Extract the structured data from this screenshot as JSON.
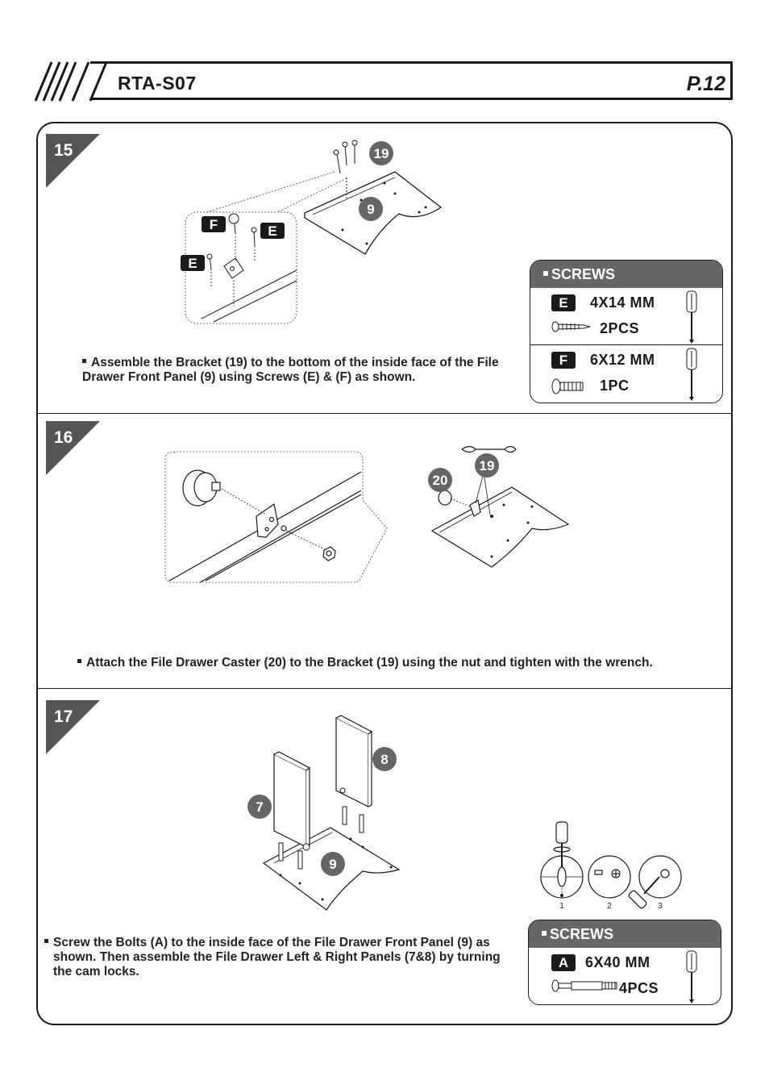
{
  "header": {
    "model": "RTA-S07",
    "page": "P.12"
  },
  "steps": [
    {
      "number": "15",
      "instruction": "Assemble the Bracket (19) to the bottom of the inside face of the File Drawer Front Panel (9) using Screws (E) & (F) as shown.",
      "callouts": {
        "bracket": "19",
        "panel": "9",
        "screw_f": "F",
        "screw_e1": "E",
        "screw_e2": "E"
      },
      "screws": {
        "title": "SCREWS",
        "items": [
          {
            "letter": "E",
            "size": "4X14 MM",
            "qty": "2PCS"
          },
          {
            "letter": "F",
            "size": "6X12 MM",
            "qty": "1PC"
          }
        ]
      }
    },
    {
      "number": "16",
      "instruction": "Attach the File Drawer Caster (20) to the Bracket (19) using the nut and tighten with the wrench.",
      "callouts": {
        "caster": "20",
        "bracket": "19"
      }
    },
    {
      "number": "17",
      "instruction_lines": [
        "Screw the Bolts (A) to the inside face of the File Drawer Front Panel (9) as",
        "shown. Then assemble the File Drawer Left & Right Panels (7&8) by turning",
        "the cam locks."
      ],
      "callouts": {
        "left_panel": "7",
        "right_panel": "8",
        "front_panel": "9"
      },
      "cam_steps": [
        "1",
        "2",
        "3"
      ],
      "screws": {
        "title": "SCREWS",
        "items": [
          {
            "letter": "A",
            "size": "6X40 MM",
            "qty": "4PCS"
          }
        ]
      }
    }
  ]
}
